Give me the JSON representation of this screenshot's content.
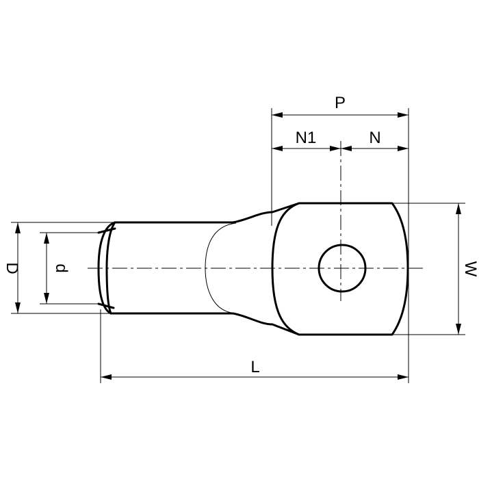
{
  "labels": {
    "P": "P",
    "N1": "N1",
    "N": "N",
    "W": "W",
    "D": "D",
    "d": "d",
    "L": "L"
  },
  "colors": {
    "stroke": "#000000",
    "background": "#ffffff"
  }
}
